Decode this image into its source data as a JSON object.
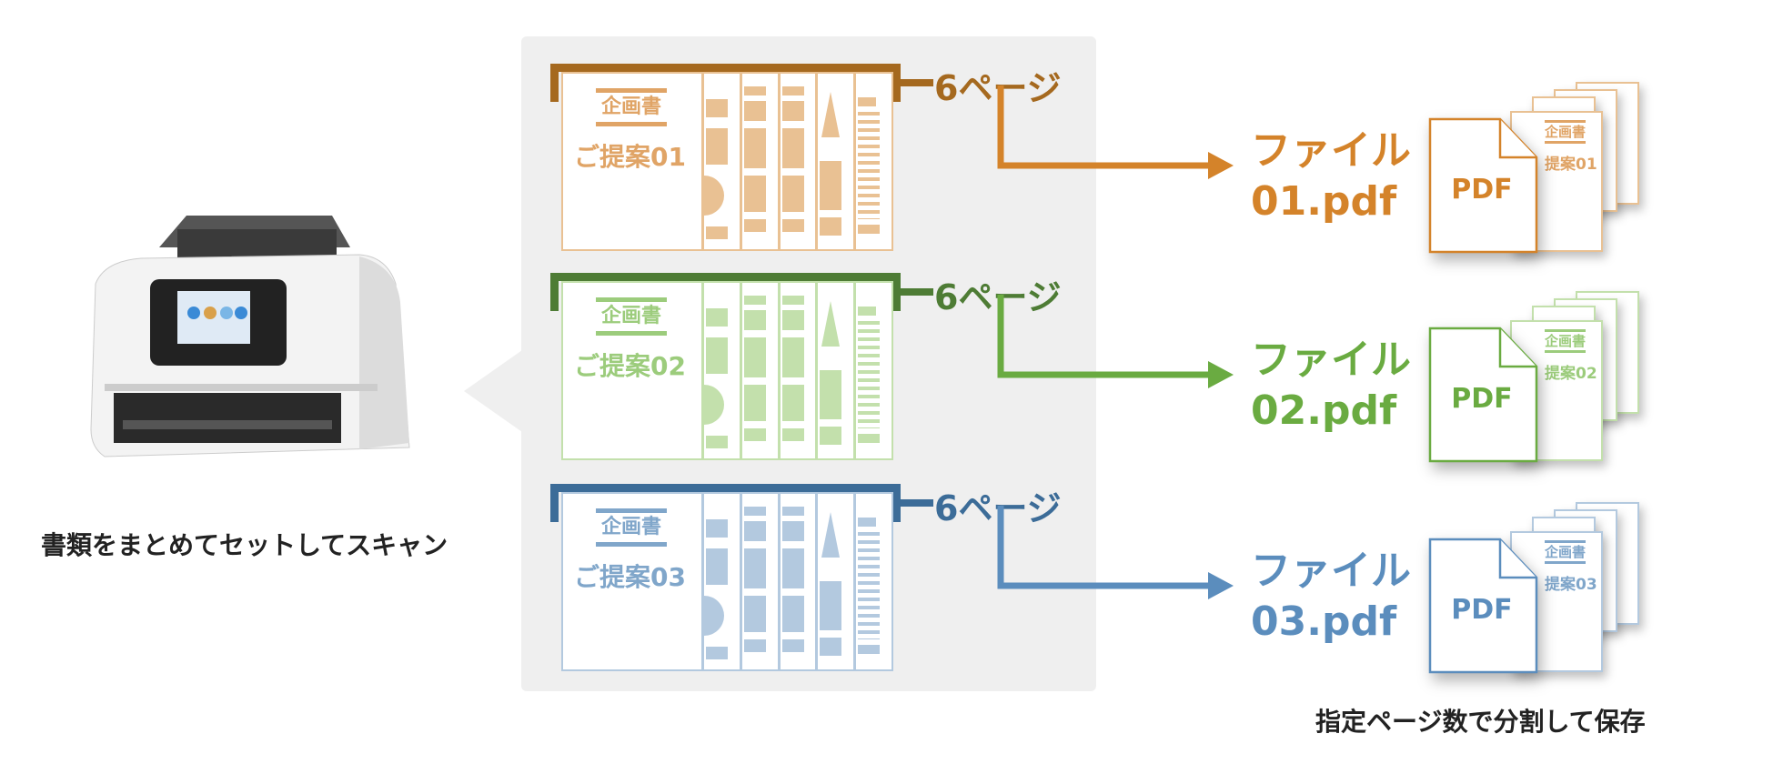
{
  "captions": {
    "left": "書類をまとめてセットしてスキャン",
    "right": "指定ページ数で分割して保存"
  },
  "doc_title": "企画書",
  "pdf_label": "PDF",
  "file_prefix": "ファイル",
  "groups": [
    {
      "pages": "6ページ",
      "cover": "ご提案01",
      "cover_short": "提案01",
      "file": "01.pdf",
      "dark": "#a5691f",
      "mid": "#d4832a",
      "light": "#e9c193",
      "text": "#e0a466"
    },
    {
      "pages": "6ページ",
      "cover": "ご提案02",
      "cover_short": "提案02",
      "file": "02.pdf",
      "dark": "#4e7c35",
      "mid": "#6aab41",
      "light": "#c3e0ac",
      "text": "#9ccc7c"
    },
    {
      "pages": "6ページ",
      "cover": "ご提案03",
      "cover_short": "提案03",
      "file": "03.pdf",
      "dark": "#3c6c98",
      "mid": "#5b8dbd",
      "light": "#b3c9df",
      "text": "#80a6ca"
    }
  ]
}
